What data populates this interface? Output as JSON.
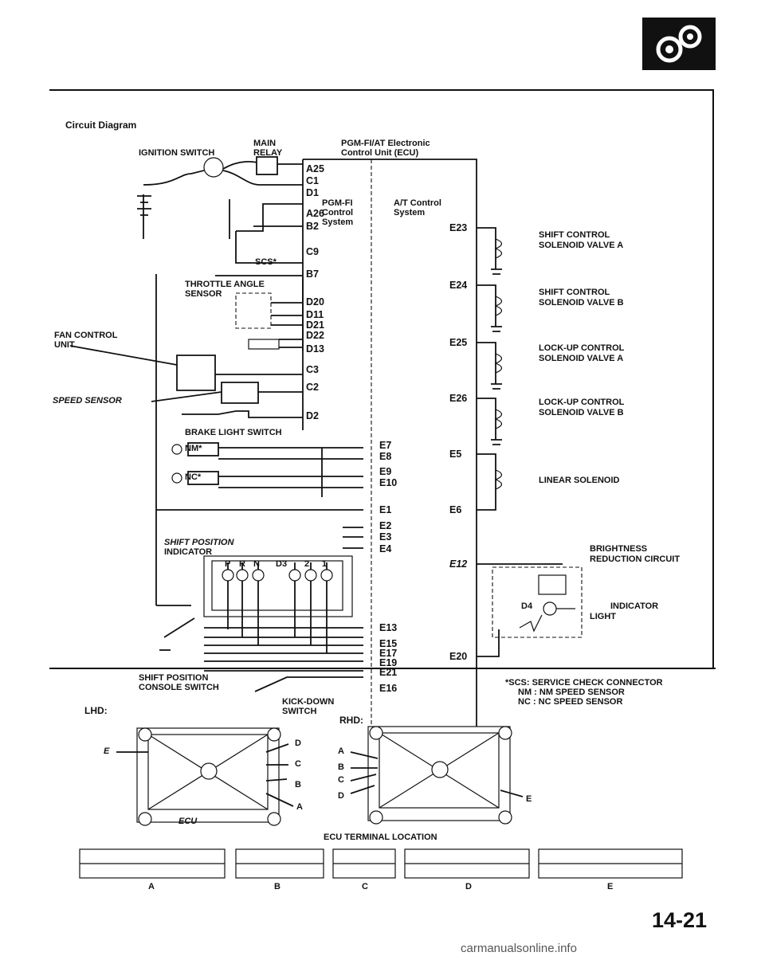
{
  "title": "Circuit Diagram",
  "page_number": "14-21",
  "watermark": "carmanualsonline.info",
  "header_icon": "gears-icon",
  "labels": {
    "ignition_switch": "IGNITION SWITCH",
    "main_relay_1": "MAIN",
    "main_relay_2": "RELAY",
    "ecu_1": "PGM-FI/AT Electronic",
    "ecu_2": "Control Unit (ECU)",
    "pgmfi_1": "PGM-FI",
    "pgmfi_2": "Control",
    "pgmfi_3": "System",
    "at_1": "A/T Control",
    "at_2": "System",
    "scs": "SCS*",
    "tas_1": "THROTTLE ANGLE",
    "tas_2": "SENSOR",
    "fan_1": "FAN CONTROL",
    "fan_2": "UNIT",
    "speed_sensor": "SPEED SENSOR",
    "brake_switch": "BRAKE LIGHT SWITCH",
    "nm": "NM*",
    "nc": "NC*",
    "spi_1": "SHIFT POSITION",
    "spi_2": "INDICATOR",
    "spcs_1": "SHIFT POSITION",
    "spcs_2": "CONSOLE SWITCH",
    "kd_1": "KICK-DOWN",
    "kd_2": "SWITCH",
    "lhd": "LHD:",
    "rhd": "RHD:",
    "ecu_short": "ECU",
    "ecu_term": "ECU TERMINAL LOCATION",
    "bright_1": "BRIGHTNESS",
    "bright_2": "REDUCTION CIRCUIT",
    "ind_1": "INDICATOR",
    "ind_2": "LIGHT",
    "d4": "D4",
    "scs_note": "*SCS: SERVICE CHECK CONNECTOR",
    "nm_note": "NM : NM SPEED SENSOR",
    "nc_note": "NC : NC SPEED SENSOR",
    "pos_p": "P",
    "pos_r": "R",
    "pos_n": "N",
    "pos_d3": "D3",
    "pos_2": "2",
    "pos_1": "1",
    "conn_e": "E",
    "conn_d": "D",
    "conn_c": "C",
    "conn_b": "B",
    "conn_a": "A"
  },
  "left_terminals": [
    "A25",
    "C1",
    "D1",
    "A26",
    "B2",
    "C9",
    "B7",
    "D20",
    "D11",
    "D21",
    "D22",
    "D13",
    "C3",
    "C2",
    "D2"
  ],
  "mid_terminals": [
    "E7",
    "E8",
    "E9",
    "E10",
    "E1",
    "E2",
    "E3",
    "E4",
    "E13",
    "E15",
    "E17",
    "E19",
    "E21",
    "E16"
  ],
  "right_terminals": [
    "E23",
    "E24",
    "E25",
    "E26",
    "E5",
    "E6",
    "E12",
    "E20"
  ],
  "components": [
    {
      "line1": "SHIFT CONTROL",
      "line2": "SOLENOID VALVE A"
    },
    {
      "line1": "SHIFT CONTROL",
      "line2": "SOLENOID VALVE B"
    },
    {
      "line1": "LOCK-UP CONTROL",
      "line2": "SOLENOID VALVE A"
    },
    {
      "line1": "LOCK-UP CONTROL",
      "line2": "SOLENOID VALVE B"
    },
    {
      "line1": "LINEAR SOLENOID",
      "line2": ""
    }
  ],
  "connector_letters": [
    "A",
    "B",
    "C",
    "D",
    "E"
  ]
}
